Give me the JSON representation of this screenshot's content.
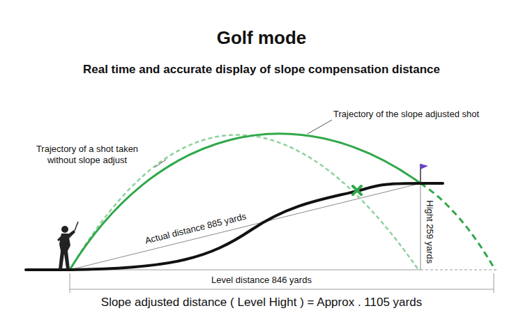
{
  "diagram": {
    "title": "Golf mode",
    "caption": "Slope adjusted distance ( Level Hight ) = Approx . 1105 yards",
    "labels": [
      "Real time and accurate display of slope compensation distance",
      "Trajectory of the slope adjusted shot",
      "Trajectory of a shot taken without slope adjust",
      "Actual distance 885 yards",
      "Hight 259 yards",
      "Level distance 846 yards"
    ]
  }
}
